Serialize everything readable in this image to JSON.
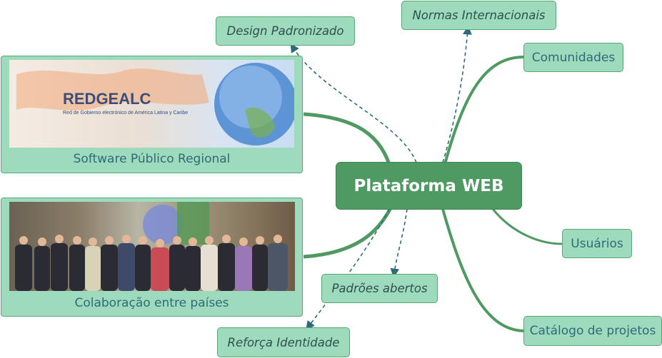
{
  "central": "Plataforma WEB",
  "right_nodes": {
    "comunidades": "Comunidades",
    "usuarios": "Usuários",
    "catalogo": "Catálogo de projetos"
  },
  "dashed_nodes": {
    "design": "Design Padronizado",
    "normas": "Normas Internacionais",
    "padroes": "Padrões abertos",
    "identidade": "Reforça Identidade"
  },
  "image_nodes": {
    "software": {
      "caption": "Software Público Regional",
      "logo_text": "REDGEALC",
      "logo_subtitle": "Red de Gobierno electrónico de América Latina y Caribe"
    },
    "colaboracao": {
      "caption": "Colaboração entre países"
    }
  },
  "colors": {
    "central_fill": "#4e9a62",
    "node_fill": "#9edbbd",
    "node_border": "#57a673",
    "link_solid": "#4e9a62",
    "link_dashed": "#2e6a7a"
  }
}
